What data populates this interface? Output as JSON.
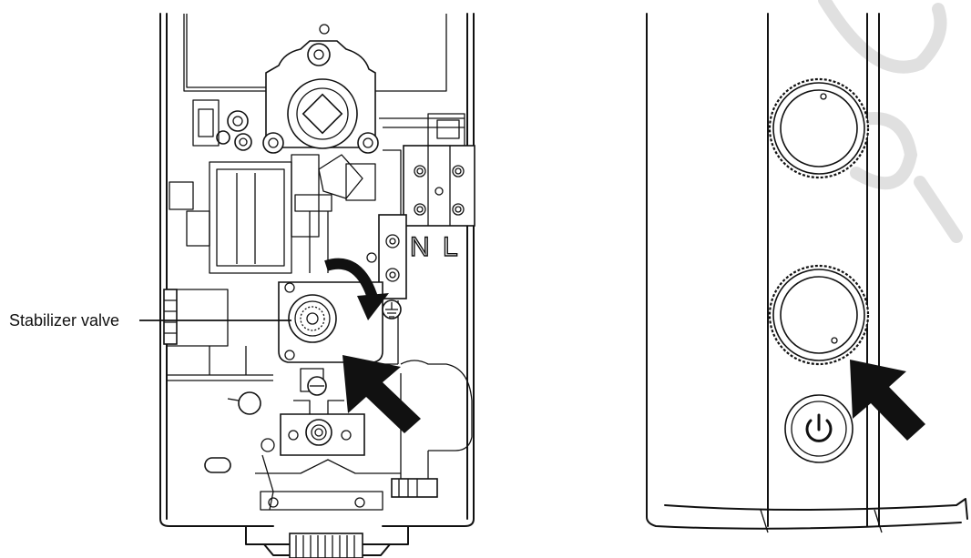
{
  "callout": {
    "label": "Stabilizer valve"
  },
  "terminal_labels": [
    "N",
    "L"
  ],
  "icons": {
    "power_button": "power-icon",
    "rotation_arrow": "curved-clockwise-arrow-icon",
    "pointer_arrows": "large-black-pointer-arrow-icon",
    "ground_symbol": "ground-icon"
  },
  "colors": {
    "line": "#111111",
    "background": "#ffffff",
    "watermark": "#d8d8d8"
  }
}
